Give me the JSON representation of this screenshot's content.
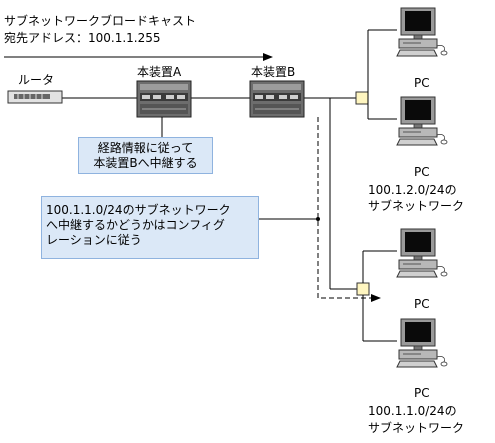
{
  "title": {
    "line1": "サブネットワークブロードキャスト",
    "line2": "宛先アドレス：100.1.1.255"
  },
  "devices": {
    "router": "ルータ",
    "device_a": "本装置A",
    "device_b": "本装置B"
  },
  "callouts": {
    "relay_line1": "経路情報に従って",
    "relay_line2": "本装置Bへ中継する",
    "config_line1": "100.1.1.0/24のサブネットワーク",
    "config_line2": "へ中継するかどうかはコンフィグ",
    "config_line3": "レーションに従う"
  },
  "pcs": [
    "PC",
    "PC",
    "PC",
    "PC"
  ],
  "subnets": {
    "upper_address": "100.1.2.0/24の",
    "upper_caption": "サブネットワーク",
    "lower_address": "100.1.1.0/24の",
    "lower_caption": "サブネットワーク"
  },
  "colors": {
    "callout_fill": "#dbe8f7",
    "callout_border": "#8fb3df",
    "hub_fill": "#fff6c0",
    "device_body": "#6d6d6d"
  }
}
